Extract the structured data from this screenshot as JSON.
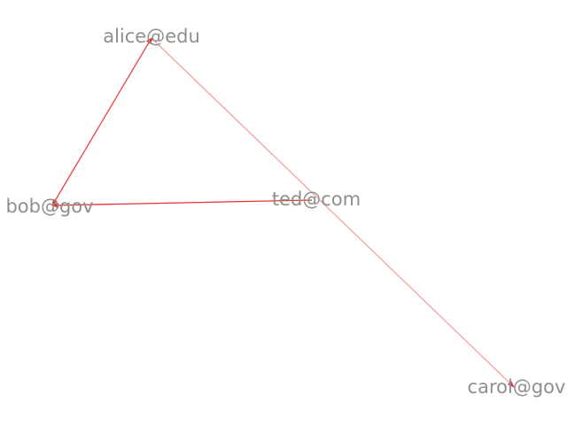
{
  "graph": {
    "edge_color": "#e8302e",
    "label_color": "#8f8f8f",
    "nodes": [
      {
        "id": "alice",
        "label": "alice@edu"
      },
      {
        "id": "bob",
        "label": "bob@gov"
      },
      {
        "id": "ted",
        "label": "ted@com"
      },
      {
        "id": "carol",
        "label": "carol@gov"
      }
    ],
    "edges": [
      {
        "source": "alice",
        "target": "bob",
        "weight": 0.9
      },
      {
        "source": "ted",
        "target": "bob",
        "weight": 1.0
      },
      {
        "source": "alice",
        "target": "carol",
        "weight": 0.45
      }
    ]
  }
}
